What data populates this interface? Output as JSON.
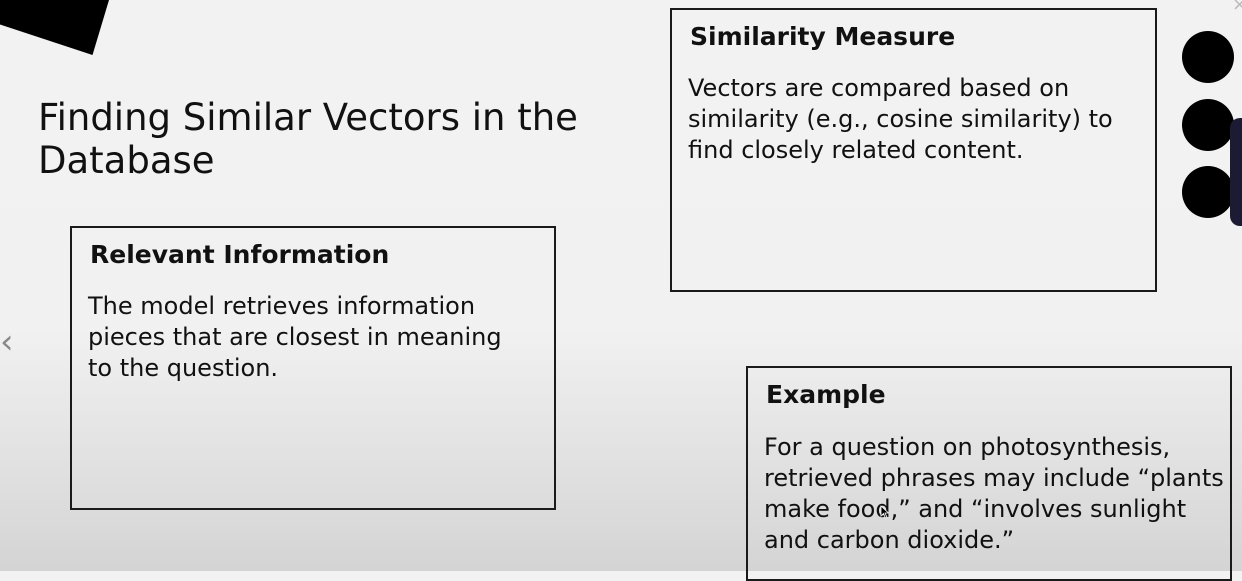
{
  "slide": {
    "title": "Finding Similar Vectors in the Database"
  },
  "cards": {
    "relevant": {
      "heading": "Relevant Information",
      "body": "The model retrieves information pieces that are closest in meaning to the question."
    },
    "similarity": {
      "heading": "Similarity Measure",
      "body": "Vectors are compared based on similarity (e.g., cosine similarity) to find closely related content."
    },
    "example": {
      "heading": "Example",
      "body": "For a question on photosynthesis, retrieved phrases may include “plants make food,” and “involves sunlight and carbon dioxide.”"
    }
  },
  "navigation": {
    "prev_glyph": "‹",
    "close_glyph": "×"
  },
  "icons": [
    "chevron-left-icon",
    "close-icon",
    "cursor-icon"
  ],
  "colors": {
    "text": "#111111",
    "border": "#1a1a1a",
    "dots": "#000000",
    "side_tab": "#1b1b33"
  }
}
